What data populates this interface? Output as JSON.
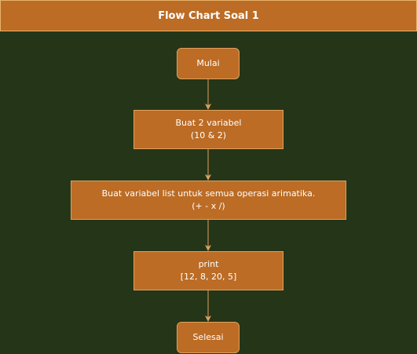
{
  "diagram": {
    "title": "Flow Chart Soal 1",
    "nodes": {
      "start": {
        "line1": "Mulai"
      },
      "vars": {
        "line1": "Buat 2 variabel",
        "line2": "(10 & 2)"
      },
      "list": {
        "line1": "Buat variabel list untuk semua operasi arimatika.",
        "line2": "(+ - x /)"
      },
      "print": {
        "line1": "print",
        "line2": "[12, 8, 20, 5]"
      },
      "end": {
        "line1": "Selesai"
      }
    }
  },
  "colors": {
    "background": "#253518",
    "node_fill": "#bc6c25",
    "node_border": "#dda15e",
    "connector": "#dda15e",
    "text": "#ffffff"
  }
}
